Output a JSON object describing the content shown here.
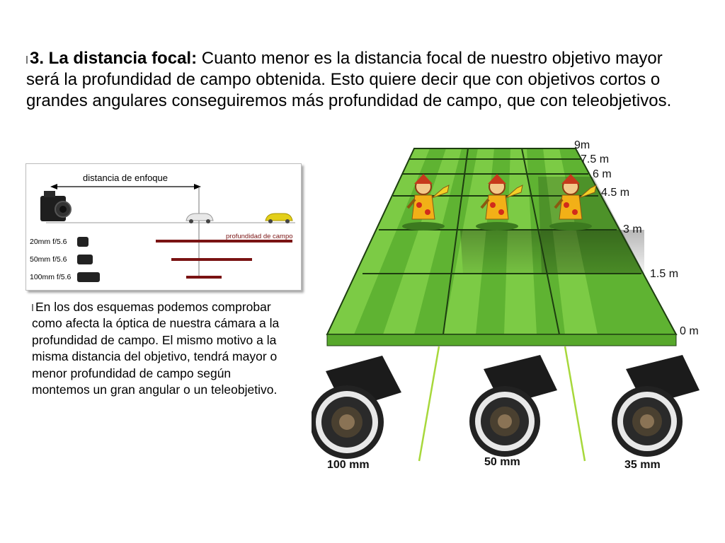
{
  "heading": {
    "lead": "3. La distancia focal:",
    "body": " Cuanto menor es la distancia focal de nuestro objetivo mayor será la profundidad de campo obtenida. Esto quiere decir que con objetivos cortos o grandes angulares conseguiremos más profundidad de campo, que con teleobjetivos."
  },
  "caption": "En los dos esquemas podemos comprobar como afecta la óptica de nuestra cámara a la profundidad de campo. El mismo motivo a la misma distancia del objetivo, tendrá mayor o menor profundidad de campo según montemos un gran angular o un teleobjetivo.",
  "dof_diagram": {
    "focus_label": "distancia de enfoque",
    "dof_label": "profundidad de campo",
    "lenses": [
      "20mm f/5.6",
      "50mm f/5.6",
      "100mm f/5.6"
    ],
    "bar_color": "#7a1313"
  },
  "field_diagram": {
    "distances": [
      "9m",
      "7.5 m",
      "6 m",
      "4.5 m",
      "3 m",
      "1.5 m",
      "0 m"
    ],
    "lenses": [
      "100 mm",
      "50 mm",
      "35 mm"
    ],
    "grass_light": "#6fc23a",
    "grass_dark": "#3f8f22"
  }
}
